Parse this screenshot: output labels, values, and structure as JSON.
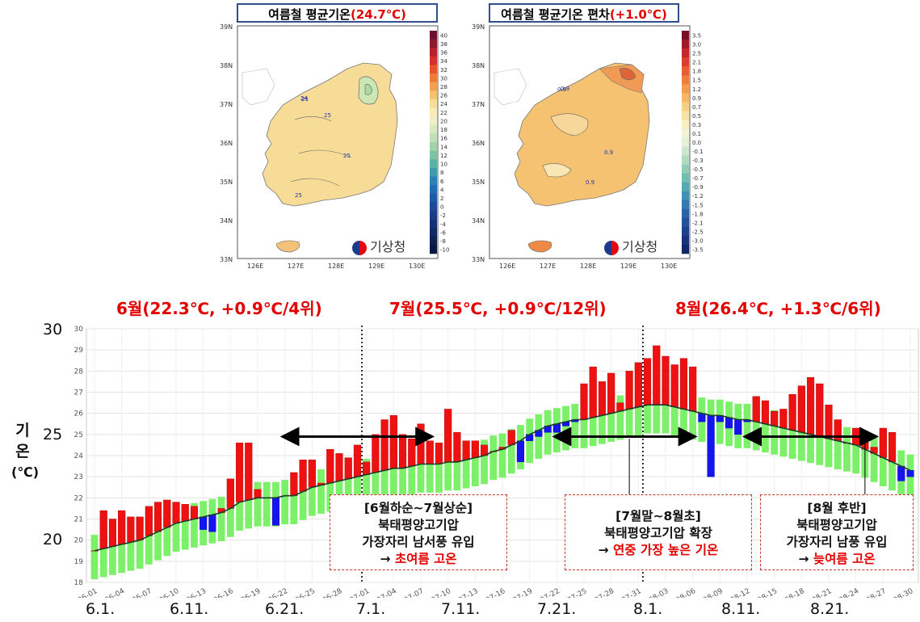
{
  "maps": [
    {
      "title_prefix": "여름철 평균기온",
      "title_value": "(24.7℃)",
      "lat_labels": [
        "39N",
        "38N",
        "37N",
        "36N",
        "35N",
        "34N",
        "33N"
      ],
      "lon_labels": [
        "126E",
        "127E",
        "128E",
        "129E",
        "130E"
      ],
      "legend": [
        "40",
        "38",
        "36",
        "34",
        "32",
        "30",
        "28",
        "26",
        "24",
        "22",
        "20",
        "18",
        "16",
        "14",
        "12",
        "10",
        "8",
        "6",
        "4",
        "2",
        "0",
        "-2",
        "-4",
        "-6",
        "-8",
        "-10"
      ],
      "legend_colors": [
        "#6b1030",
        "#8b1a2a",
        "#b5222b",
        "#d6302c",
        "#e7552f",
        "#f07a38",
        "#f3a14e",
        "#f5c271",
        "#f7dc98",
        "#f8ebb8",
        "#eef0c4",
        "#d9e9bd",
        "#bfe0b4",
        "#9fd3aa",
        "#7ec4a4",
        "#5db2a8",
        "#3f9bb0",
        "#2c82b7",
        "#246db2",
        "#1f5aa7",
        "#1b4b97",
        "#173e86",
        "#133374",
        "#0f2962",
        "#0c2052",
        "#091743"
      ],
      "contour_labels": [
        "24",
        "25",
        "25",
        "25",
        "25"
      ],
      "agency": "기상청"
    },
    {
      "title_prefix": "여름철 평균기온 편차",
      "title_value": "(+1.0℃)",
      "lat_labels": [
        "39N",
        "38N",
        "37N",
        "36N",
        "35N",
        "34N",
        "33N"
      ],
      "lon_labels": [
        "126E",
        "127E",
        "128E",
        "129E",
        "130E"
      ],
      "legend": [
        "3.5",
        "3.0",
        "2.5",
        "2.1",
        "1.8",
        "1.5",
        "1.2",
        "0.9",
        "0.7",
        "0.5",
        "0.3",
        "0.1",
        "0.0",
        "-0.1",
        "-0.3",
        "-0.5",
        "-0.7",
        "-0.9",
        "-1.2",
        "-1.5",
        "-1.8",
        "-2.1",
        "-2.5",
        "-3.0",
        "-3.5"
      ],
      "legend_colors": [
        "#7a1025",
        "#a01b27",
        "#c3282a",
        "#dc3e2e",
        "#e85d33",
        "#ef7d3d",
        "#f39c4e",
        "#f5b866",
        "#f7d084",
        "#f8e2a3",
        "#f8eebf",
        "#f5f3d3",
        "#e6f0d6",
        "#cde7cc",
        "#b0dbbf",
        "#90cdb5",
        "#72bcb1",
        "#56a8b3",
        "#4290b4",
        "#3479b0",
        "#2a64a8",
        "#22519c",
        "#1c418c",
        "#17347a",
        "#122866"
      ],
      "contour_labels": [
        "0.9",
        "0.9",
        "0.9",
        "0.9"
      ],
      "agency": "기상청"
    }
  ],
  "month_headers": {
    "june": "6월(22.3℃, +0.9℃/4위)",
    "july": "7월(25.5℃, +0.9℃/12위)",
    "august": "8월(26.4℃, +1.3℃/6위)"
  },
  "y_axis_title": {
    "line1": "기",
    "line2": "온",
    "line3": "(℃)"
  },
  "x_date_labels": [
    "6.1.",
    "6.11.",
    "6.21.",
    "7.1.",
    "7.11.",
    "7.21.",
    "8.1.",
    "8.11.",
    "8.21."
  ],
  "annotations": [
    {
      "line1": "[6월하순~7월상순]",
      "line2": "북태평양고기압",
      "line3": "가장자리 남서풍 유입",
      "line4_prefix": "→ ",
      "line4_red": "초여름 고온"
    },
    {
      "line1": "[7월말~8월초]",
      "line2": "북태평양고기압 확장",
      "line3": "",
      "line4_prefix": "→ ",
      "line4_red": "연중 가장 높은 기온"
    },
    {
      "line1": "[8월 후반]",
      "line2": "북태평양고기압",
      "line3": "가장자리 남풍 유입",
      "line4_prefix": "→ ",
      "line4_red": "늦여름 고온"
    }
  ],
  "chart_data": {
    "type": "bar",
    "x_start": "06-01",
    "x_end": "08-31",
    "x_tick_labels": [
      "06-01",
      "06-04",
      "06-07",
      "06-10",
      "06-13",
      "06-16",
      "06-19",
      "06-22",
      "06-25",
      "06-28",
      "07-01",
      "07-04",
      "07-07",
      "07-10",
      "07-13",
      "07-16",
      "07-19",
      "07-22",
      "07-25",
      "07-28",
      "07-31",
      "08-03",
      "08-06",
      "08-09",
      "08-12",
      "08-15",
      "08-18",
      "08-21",
      "08-24",
      "08-27",
      "08-30"
    ],
    "ylim": [
      18,
      30
    ],
    "y_ticks": [
      18,
      19,
      20,
      21,
      22,
      23,
      24,
      25,
      26,
      27,
      28,
      29,
      30
    ],
    "y_major_labels": [
      "30",
      "25",
      "20"
    ],
    "grid": true,
    "colors": {
      "warm": "#ee1111",
      "cool": "#1414ee",
      "normal_range": "#7df06a",
      "line": "#1a3d2a"
    },
    "series": [
      {
        "values": [
          19.5,
          21.4,
          21.0,
          21.4,
          21.1,
          21.1,
          21.6,
          21.8,
          21.9,
          21.8,
          21.7,
          21.6,
          20.5,
          20.4,
          21.5,
          22.9,
          24.6,
          24.6,
          22.4,
          22.0,
          20.7,
          22.1,
          23.2,
          23.8,
          23.8,
          22.7,
          24.3,
          24.1,
          23.9,
          24.5,
          23.7,
          25.0,
          25.7,
          25.9,
          25.0,
          24.8,
          25.5,
          24.7,
          24.6,
          26.2,
          25.1,
          24.7,
          24.7,
          24.5,
          24.2,
          24.4,
          25.2,
          23.7,
          24.7,
          24.9,
          25.1,
          25.1,
          25.4,
          25.6,
          27.4,
          28.2,
          27.5,
          27.9,
          26.5,
          28.0,
          28.4,
          28.6,
          29.2,
          28.7,
          28.3,
          28.6,
          28.2,
          25.6,
          23.0,
          25.6,
          25.3,
          25.0,
          25.6,
          26.8,
          26.6,
          26.1,
          26.2,
          26.9,
          27.3,
          27.7,
          27.4,
          26.4,
          25.7,
          24.6,
          25.3,
          25.0,
          24.4,
          25.3,
          25.1,
          22.8,
          23.0
        ]
      },
      {
        "values": [
          19.5,
          19.6,
          19.7,
          19.8,
          19.9,
          20.0,
          20.2,
          20.4,
          20.6,
          20.8,
          20.9,
          21.0,
          21.1,
          21.2,
          21.3,
          21.5,
          21.8,
          21.9,
          22.0,
          22.0,
          22.0,
          22.1,
          22.1,
          22.3,
          22.5,
          22.6,
          22.7,
          22.8,
          22.9,
          23.0,
          23.1,
          23.2,
          23.3,
          23.4,
          23.4,
          23.5,
          23.6,
          23.6,
          23.6,
          23.7,
          23.7,
          23.8,
          23.9,
          24.0,
          24.2,
          24.3,
          24.5,
          24.7,
          25.0,
          25.2,
          25.4,
          25.5,
          25.6,
          25.7,
          25.7,
          25.8,
          25.9,
          26.0,
          26.1,
          26.2,
          26.3,
          26.4,
          26.4,
          26.4,
          26.3,
          26.2,
          26.1,
          26.0,
          25.9,
          25.9,
          25.8,
          25.7,
          25.7,
          25.6,
          25.5,
          25.4,
          25.3,
          25.2,
          25.1,
          25.0,
          24.9,
          24.8,
          24.7,
          24.6,
          24.5,
          24.3,
          24.1,
          23.9,
          23.7,
          23.5,
          23.3
        ]
      }
    ]
  }
}
